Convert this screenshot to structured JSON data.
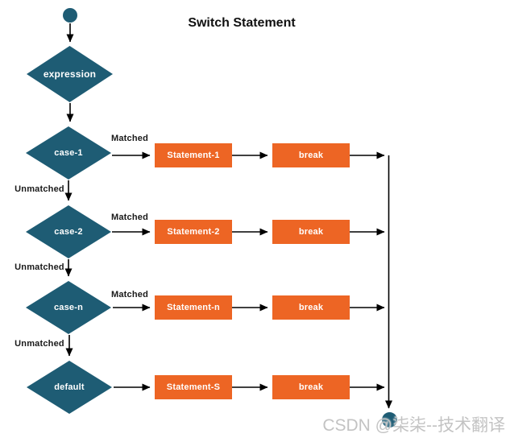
{
  "title": "Switch Statement",
  "watermark_text": "CSDN @柒柒--技术翻译",
  "colors": {
    "background": "#ffffff",
    "node_teal": "#1e5c74",
    "node_orange": "#ed6524",
    "connector": "#000000",
    "label": "#1a1a1a",
    "watermark": "#c3c3c3"
  },
  "nodes": {
    "start": {
      "shape": "circle"
    },
    "expression": {
      "label": "expression"
    },
    "end": {
      "shape": "circle"
    }
  },
  "rows": [
    {
      "case_label": "case-1",
      "matched_label": "Matched",
      "unmatched_label": "Unmatched",
      "statement_label": "Statement-1",
      "break_label": "break"
    },
    {
      "case_label": "case-2",
      "matched_label": "Matched",
      "unmatched_label": "Unmatched",
      "statement_label": "Statement-2",
      "break_label": "break"
    },
    {
      "case_label": "case-n",
      "matched_label": "Matched",
      "unmatched_label": "Unmatched",
      "statement_label": "Statement-n",
      "break_label": "break"
    },
    {
      "case_label": "default",
      "statement_label": "Statement-S",
      "break_label": "break"
    }
  ]
}
